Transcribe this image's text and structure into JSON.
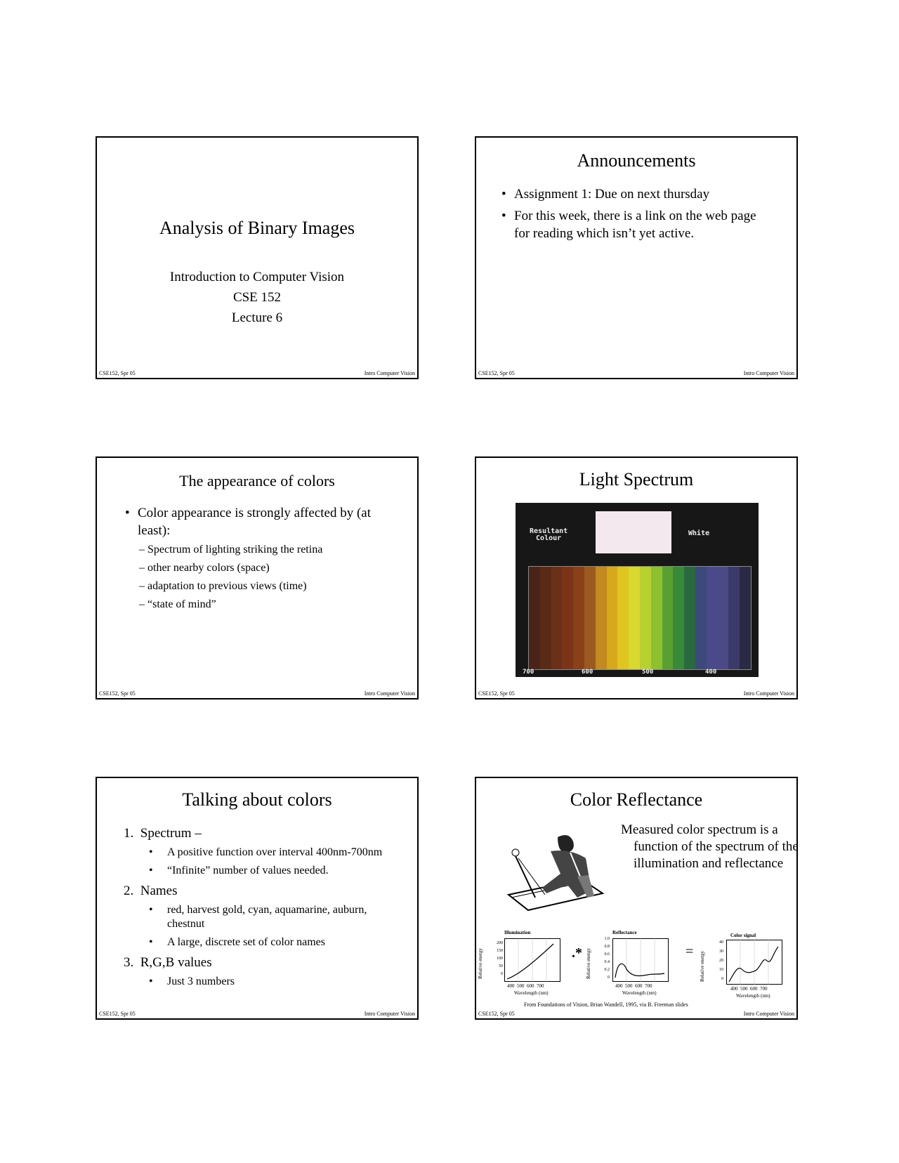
{
  "footer": {
    "left": "CSE152, Spr 05",
    "right": "Intro Computer Vision"
  },
  "slide1": {
    "title": "Analysis of Binary Images",
    "line1": "Introduction to Computer Vision",
    "line2": "CSE 152",
    "line3": "Lecture 6"
  },
  "slide2": {
    "title": "Announcements",
    "bullets": [
      "Assignment 1: Due on next thursday",
      "For this week, there is a link on the  web page for reading which isn’t yet active."
    ]
  },
  "slide3": {
    "title": "The appearance of colors",
    "bullet": "Color appearance is strongly affected by (at least):",
    "subs": [
      "– Spectrum of lighting striking the retina",
      "–  other nearby colors (space)",
      "– adaptation to previous views (time)",
      "– “state of mind”"
    ]
  },
  "slide4": {
    "title": "Light Spectrum",
    "resultant": "Resultant\nColour",
    "white": "White",
    "ticks": [
      "700",
      "600",
      "500",
      "400"
    ],
    "band_colors": [
      "#4a2418",
      "#5a2a18",
      "#6a3018",
      "#7c3418",
      "#8a4018",
      "#9a5a20",
      "#c28a20",
      "#d8a81c",
      "#e0c420",
      "#d8d830",
      "#b8d030",
      "#8ec030",
      "#5aa030",
      "#388a3a",
      "#2a6a40",
      "#3c4a7a",
      "#4a4a8a",
      "#4c4a86",
      "#3c3a6a",
      "#2a2a44"
    ]
  },
  "slide5": {
    "title": "Talking about colors",
    "items": [
      {
        "num": "1.",
        "label": "Spectrum –",
        "subs": [
          "A positive function over interval 400nm-700nm",
          "“Infinite” number of values needed."
        ]
      },
      {
        "num": "2.",
        "label": "Names",
        "subs": [
          "red, harvest gold, cyan, aquamarine, auburn, chestnut",
          "A large, discrete set of color names"
        ]
      },
      {
        "num": "3.",
        "label": "R,G,B values",
        "subs": [
          "Just 3 numbers"
        ]
      }
    ]
  },
  "slide6": {
    "title": "Color Reflectance",
    "text": "Measured color spectrum is a function of the spectrum of the illumination and reflectance",
    "g1": {
      "title": "Illumination",
      "ylabel": "Relative energy",
      "yticks": [
        "200",
        "150",
        "100",
        "50",
        "0"
      ],
      "xticks": "400  500  600  700",
      "xlabel": "Wavelength (nm)"
    },
    "g2": {
      "title": "Reflectance",
      "ylabel": "Relative energy",
      "yticks": [
        "1.0",
        "0.8",
        "0.6",
        "0.4",
        "0.2",
        "0"
      ],
      "xticks": "400  500  600  700",
      "xlabel": "Wavelength (nm)"
    },
    "g3": {
      "title": "Color signal",
      "ylabel": "Relative energy",
      "yticks": [
        "40",
        "30",
        "20",
        "10",
        "0"
      ],
      "xticks": "400  500  600  700",
      "xlabel": "Wavelength (nm)"
    },
    "op1": ".*",
    "op2": "=",
    "credit": "From Foundations of Vision, Brian Wandell, 1995, via  B. Freeman slides"
  }
}
